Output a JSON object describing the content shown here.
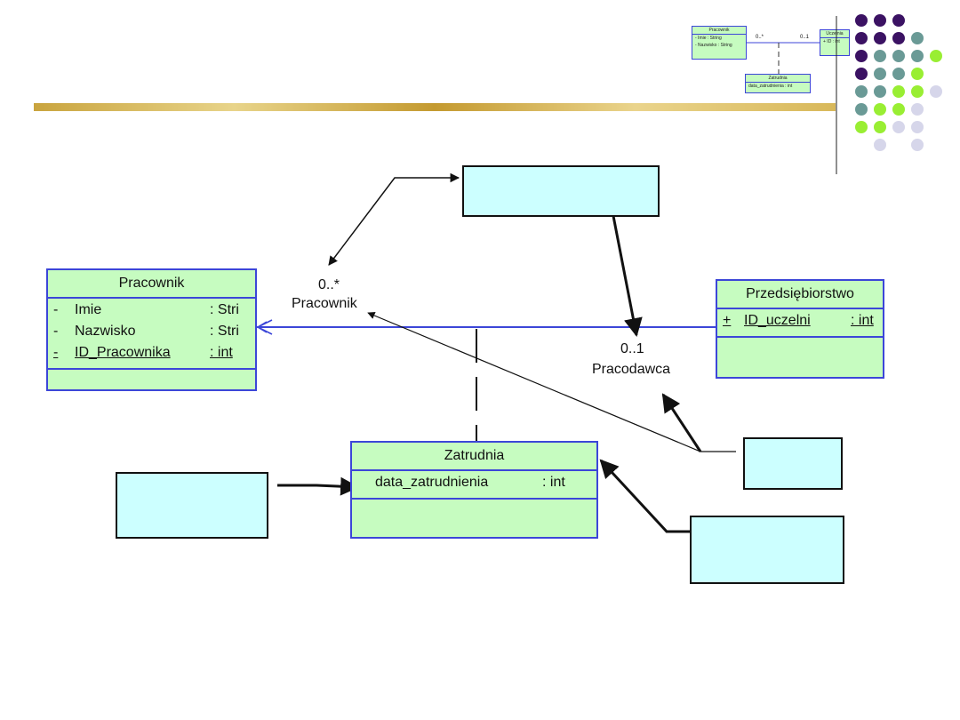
{
  "diagram": {
    "classes": {
      "pracownik": {
        "name": "Pracownik",
        "attributes": [
          {
            "vis": "-",
            "name": "Imie",
            "type": ": Stri",
            "underline": false
          },
          {
            "vis": "-",
            "name": "Nazwisko",
            "type": ": Stri",
            "underline": false
          },
          {
            "vis": "-",
            "name": "ID_Pracownika",
            "type": ": int",
            "underline": true
          }
        ]
      },
      "przedsiebiorstwo": {
        "name": "Przedsiębiorstwo",
        "attributes": [
          {
            "vis": "+",
            "name": "ID_uczelni",
            "type": ": int",
            "underline": true
          }
        ]
      },
      "zatrudnia": {
        "name": "Zatrudnia",
        "attributes": [
          {
            "vis": "",
            "name": "data_zatrudnienia",
            "type": ": int",
            "underline": false
          }
        ]
      }
    },
    "association": {
      "left_multiplicity": "0..*",
      "left_role": "Pracownik",
      "right_multiplicity": "0..1",
      "right_role": "Pracodawca"
    }
  },
  "thumbnail": {
    "pracownik_title": "Pracownik",
    "pracownik_attrs": [
      "- Imie      : String",
      "- Nazwisko : String"
    ],
    "uczelnia_title": "Uczelnia",
    "uczelnia_attr": "+ ID : int",
    "zatrudnia_title": "Zatrudnia",
    "zatrudnia_attr": "data_zatrudnienia : int",
    "mult_left": "0..*",
    "mult_right": "0..1"
  },
  "colors": {
    "class_fill": "#c6fcc0",
    "class_border": "#3c46d8",
    "note_fill": "#ccffff",
    "dot_purple": "#3b1263",
    "dot_teal": "#6a9a96",
    "dot_lime": "#99ee33",
    "dot_lavender": "#d6d6ea"
  },
  "decor": {
    "dots": [
      [
        "purple",
        "purple",
        "purple",
        null,
        null
      ],
      [
        "purple",
        "purple",
        "purple",
        "teal",
        null
      ],
      [
        "purple",
        "teal",
        "teal",
        "teal",
        "lime"
      ],
      [
        "purple",
        "teal",
        "teal",
        "lime",
        null
      ],
      [
        "teal",
        "teal",
        "lime",
        "lime",
        "lavender"
      ],
      [
        "teal",
        "lime",
        "lime",
        "lavender",
        null
      ],
      [
        "lime",
        "lime",
        "lavender",
        "lavender",
        null
      ],
      [
        null,
        "lavender",
        null,
        "lavender",
        null
      ]
    ]
  }
}
